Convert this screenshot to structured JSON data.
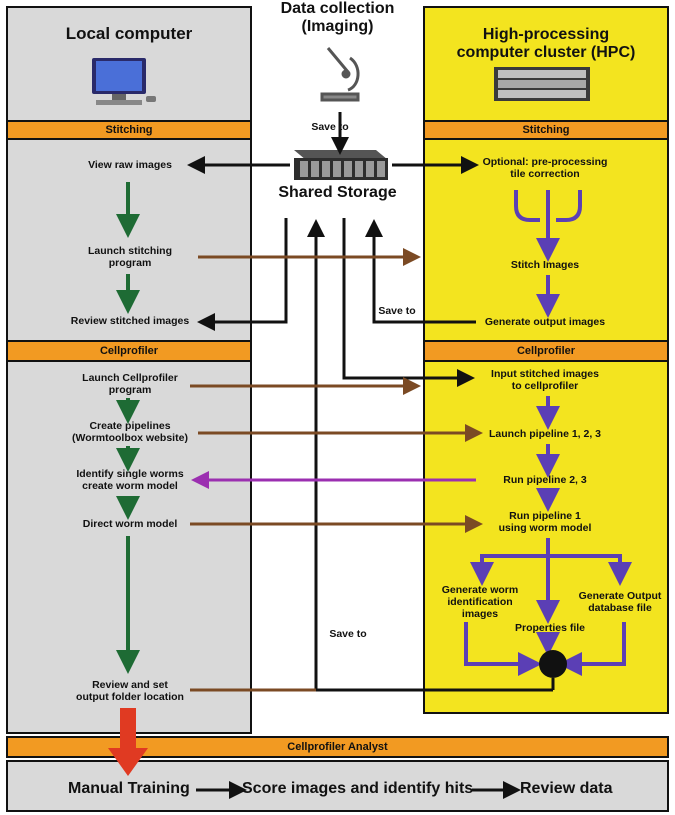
{
  "header": {
    "center_title": "Data collection\n(Imaging)",
    "local_title": "Local computer",
    "hpc_title": "High-processing\ncomputer cluster (HPC)",
    "shared_storage": "Shared Storage"
  },
  "icons": {
    "local": "desktop-computer-icon",
    "hpc": "server-rack-icon",
    "center": "microscope-icon",
    "storage": "storage-array-icon"
  },
  "sections": {
    "stitching": "Stitching",
    "cellprofiler": "Cellprofiler",
    "analyst": "Cellprofiler Analyst"
  },
  "local_steps": [
    "View raw images",
    "Launch stitching\nprogram",
    "Review stitched images",
    "Launch Cellprofiler\nprogram",
    "Create pipelines\n(Wormtoolbox website)",
    "Identify single worms\ncreate worm model",
    "Direct worm model",
    "Review and set\noutput folder location"
  ],
  "hpc_steps": [
    "Optional: pre-processing\ntile correction",
    "Stitch Images",
    "Generate output images",
    "Input stitched images\nto cellprofiler",
    "Launch pipeline 1, 2, 3",
    "Run pipeline 2, 3",
    "Run pipeline 1\nusing worm model",
    "Generate worm\nidentification\nimages",
    "Properties file",
    "Generate Output\ndatabase file"
  ],
  "save_to": [
    "Save to",
    "Save to",
    "Save to"
  ],
  "bottom_steps": [
    "Manual Training",
    "Score images and identify hits",
    "Review data"
  ],
  "colors": {
    "local_bg": "#d9d9d9",
    "hpc_bg": "#f3e41f",
    "bar": "#f29a22",
    "green": "#1e6b34",
    "brown": "#7b4a24",
    "purple": "#5b3fb5",
    "magenta": "#9b2fb0",
    "red": "#e03a22",
    "black": "#111111"
  }
}
